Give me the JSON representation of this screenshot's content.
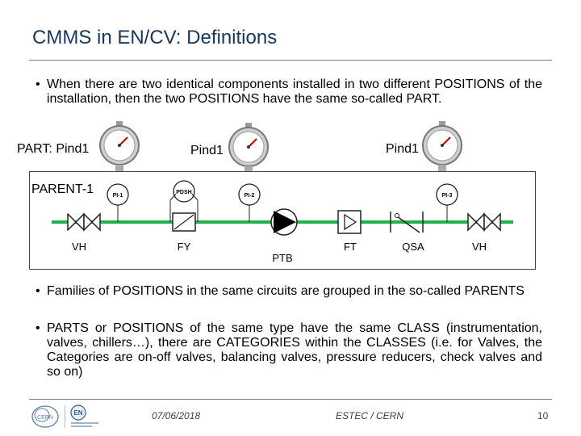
{
  "slide": {
    "title": "CMMS in EN/CV: Definitions"
  },
  "bullets": {
    "b1": "When there are two identical components installed in two different POSITIONS of the installation, then the two POSITIONS have the same so-called PART.",
    "b2": "Families of POSITIONS in the same circuits are grouped in the so-called PARENTS",
    "b3": "PARTS or POSITIONS of the same type have the same CLASS (instrumentation, valves, chillers…), there are CATEGORIES within the CLASSES (i.e. for Valves, the Categories are on-off valves, balancing valves, pressure reducers, check valves and so on)",
    "marker": "•"
  },
  "labels": {
    "part": "PART: Pind1",
    "pind_mid": "Pind1",
    "pind_right": "Pind1",
    "parent": "PARENT-1"
  },
  "diagram": {
    "instruments": [
      "PI-1",
      "PDSH",
      "PI-2",
      "PI-3"
    ],
    "components": [
      "VH",
      "FY",
      "PTB",
      "FT",
      "QSA",
      "VH"
    ]
  },
  "footer": {
    "date": "07/06/2018",
    "org": "ESTEC / CERN",
    "page": "10"
  },
  "logos": {
    "cern": "CERN",
    "en": "EN"
  },
  "colors": {
    "title": "#17375e",
    "pipe": "#22b14c",
    "rule": "#7f7f7f"
  }
}
